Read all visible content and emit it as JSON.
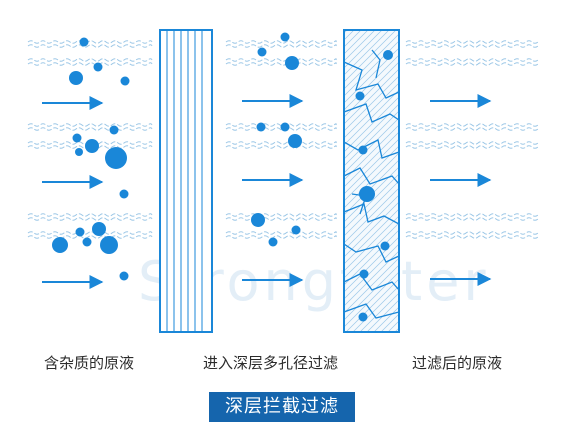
{
  "labels": {
    "raw_liquid": "含杂质的原液",
    "deep_filtration": "进入深层多孔径过滤",
    "filtered_liquid": "过滤后的原液"
  },
  "title": "深层拦截过滤",
  "watermark": "Strongfilter",
  "colors": {
    "accent": "#1565ad",
    "particle": "#1a87d8",
    "wave": "#9ac6e6",
    "watermark": "#e3eef7",
    "filter_fill": "#f4f9fd"
  }
}
